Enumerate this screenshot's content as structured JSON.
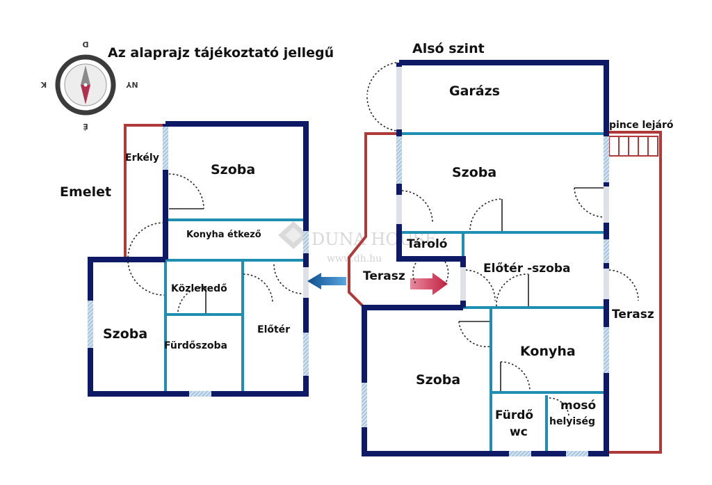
{
  "header": {
    "note": "Az alaprajz tájékoztató jellegű",
    "lower_level_title": "Alsó szint",
    "upper_level_title": "Emelet"
  },
  "compass": {
    "north": "D",
    "south": "É",
    "east": "NY",
    "west": "K"
  },
  "watermark": {
    "brand": "DUNA HOUSE",
    "url": "www.dh.hu"
  },
  "upper_floor": {
    "rooms": {
      "balcony": "Erkély",
      "room_top": "Szoba",
      "kitchen_dining": "Konyha étkező",
      "corridor": "Közlekedő",
      "room_left": "Szoba",
      "bathroom": "Fürdőszoba",
      "hall": "Előtér"
    }
  },
  "lower_floor": {
    "rooms": {
      "garage": "Garázs",
      "basement_stair": "pince lejáró",
      "room_top": "Szoba",
      "storage": "Tároló",
      "terrace_left": "Terasz",
      "hall_room": "Előtér -szoba",
      "terrace_right": "Terasz",
      "room_bottom": "Szoba",
      "kitchen": "Konyha",
      "bath_line1": "Fürdő",
      "bath_line2": "wc",
      "laundry_line1": "mosó",
      "laundry_line2": "helyiség"
    }
  },
  "colors": {
    "outer_wall": "#0f1a66",
    "inner_wall": "#1e8fb0",
    "terrace_outline": "#b03a3a",
    "window": "#9fc4e0",
    "arrow_left": "#1e6fb5",
    "arrow_right": "#d03a5a"
  }
}
